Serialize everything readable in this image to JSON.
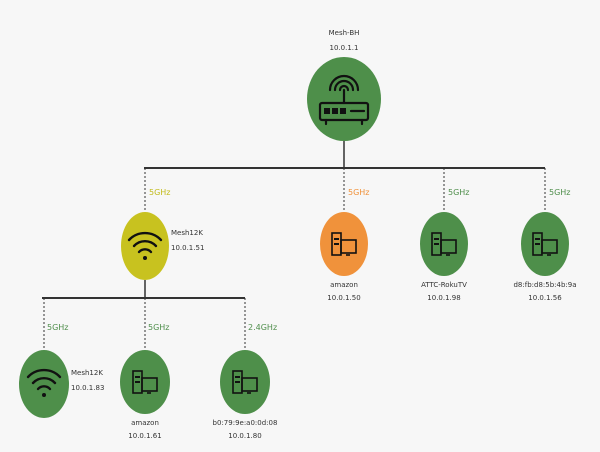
{
  "colors": {
    "background": "#f7f7f7",
    "node_green": "#4e8f4a",
    "node_yellow": "#c8c21f",
    "node_orange": "#f0923b",
    "band_yellow": "#c2bb1c",
    "band_orange": "#f0923b",
    "band_green": "#4f8e4b",
    "line": "#333333"
  },
  "root": {
    "name": "Mesh-BH",
    "ip": "10.0.1.1",
    "icon": "router-icon",
    "color": "green"
  },
  "nodes": [
    {
      "key": "mesh12k",
      "name": "Mesh12K",
      "ip": "10.0.1.51",
      "icon": "wifi-icon",
      "color": "yellow",
      "band": "5GHz",
      "band_color": "yellow"
    },
    {
      "key": "amazon-1",
      "name": "amazon",
      "ip": "10.0.1.50",
      "icon": "computer-icon",
      "color": "orange",
      "band": "5GHz",
      "band_color": "orange"
    },
    {
      "key": "roku",
      "name": "ATTC-RokuTV",
      "ip": "10.0.1.98",
      "icon": "computer-icon",
      "color": "green",
      "band": "5GHz",
      "band_color": "green"
    },
    {
      "key": "mac-1",
      "name": "d8:fb:d8:5b:4b:9a",
      "ip": "10.0.1.56",
      "icon": "computer-icon",
      "color": "green",
      "band": "5GHz",
      "band_color": "green"
    },
    {
      "key": "mesh12k-2",
      "name": "Mesh12K",
      "ip": "10.0.1.83",
      "icon": "wifi-icon",
      "color": "green",
      "band": "5GHz",
      "band_color": "green"
    },
    {
      "key": "amazon-2",
      "name": "amazon",
      "ip": "10.0.1.61",
      "icon": "computer-icon",
      "color": "green",
      "band": "5GHz",
      "band_color": "green"
    },
    {
      "key": "mac-2",
      "name": "b0:79:9e:a0:0d:08",
      "ip": "10.0.1.80",
      "icon": "computer-icon",
      "color": "green",
      "band": "2.4GHz",
      "band_color": "green"
    }
  ]
}
